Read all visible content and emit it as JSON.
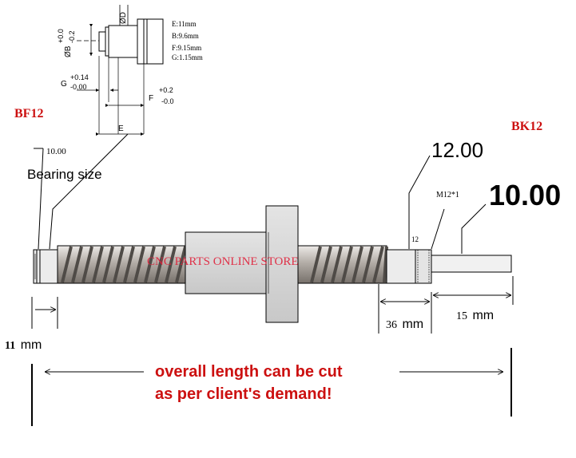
{
  "labels": {
    "bf12": "BF12",
    "bk12": "BK12",
    "d_left": "10.00",
    "bearing_size": "Bearing size",
    "d_12": "12.00",
    "m12": "M12*1",
    "d_10": "10.00",
    "small_12": "12",
    "watermark": "CNC PARTS ONLINE STORE",
    "len_36_num": "36",
    "len_36_unit": "mm",
    "len_15_num": "15",
    "len_15_unit": "mm",
    "len_11_num": "11",
    "len_11_unit": "mm",
    "note_line1": "overall length can be cut",
    "note_line2": "as per client's demand!"
  },
  "detail": {
    "phi_d": "ØD",
    "phi_b": "ØB",
    "b_tol_plus": "+0.0",
    "b_tol_minus": "-0.2",
    "g_label": "G",
    "g_tol_plus": "+0.14",
    "g_tol_minus": "-0.00",
    "f_label": "F",
    "f_tol_plus": "+0.2",
    "f_tol_minus": "-0.0",
    "e_label": "E",
    "spec_e": "E:11mm",
    "spec_b": "B:9.6mm",
    "spec_f": "F:9.15mm",
    "spec_g": "G:1.15mm"
  },
  "colors": {
    "accent_red": "#cc1010",
    "watermark": "#e0203a",
    "shaft_fill": "#e9e9e9",
    "screw_body": "#b0aaa4",
    "thread_dark": "#54504c",
    "nut_fill": "#d3d3d3"
  }
}
